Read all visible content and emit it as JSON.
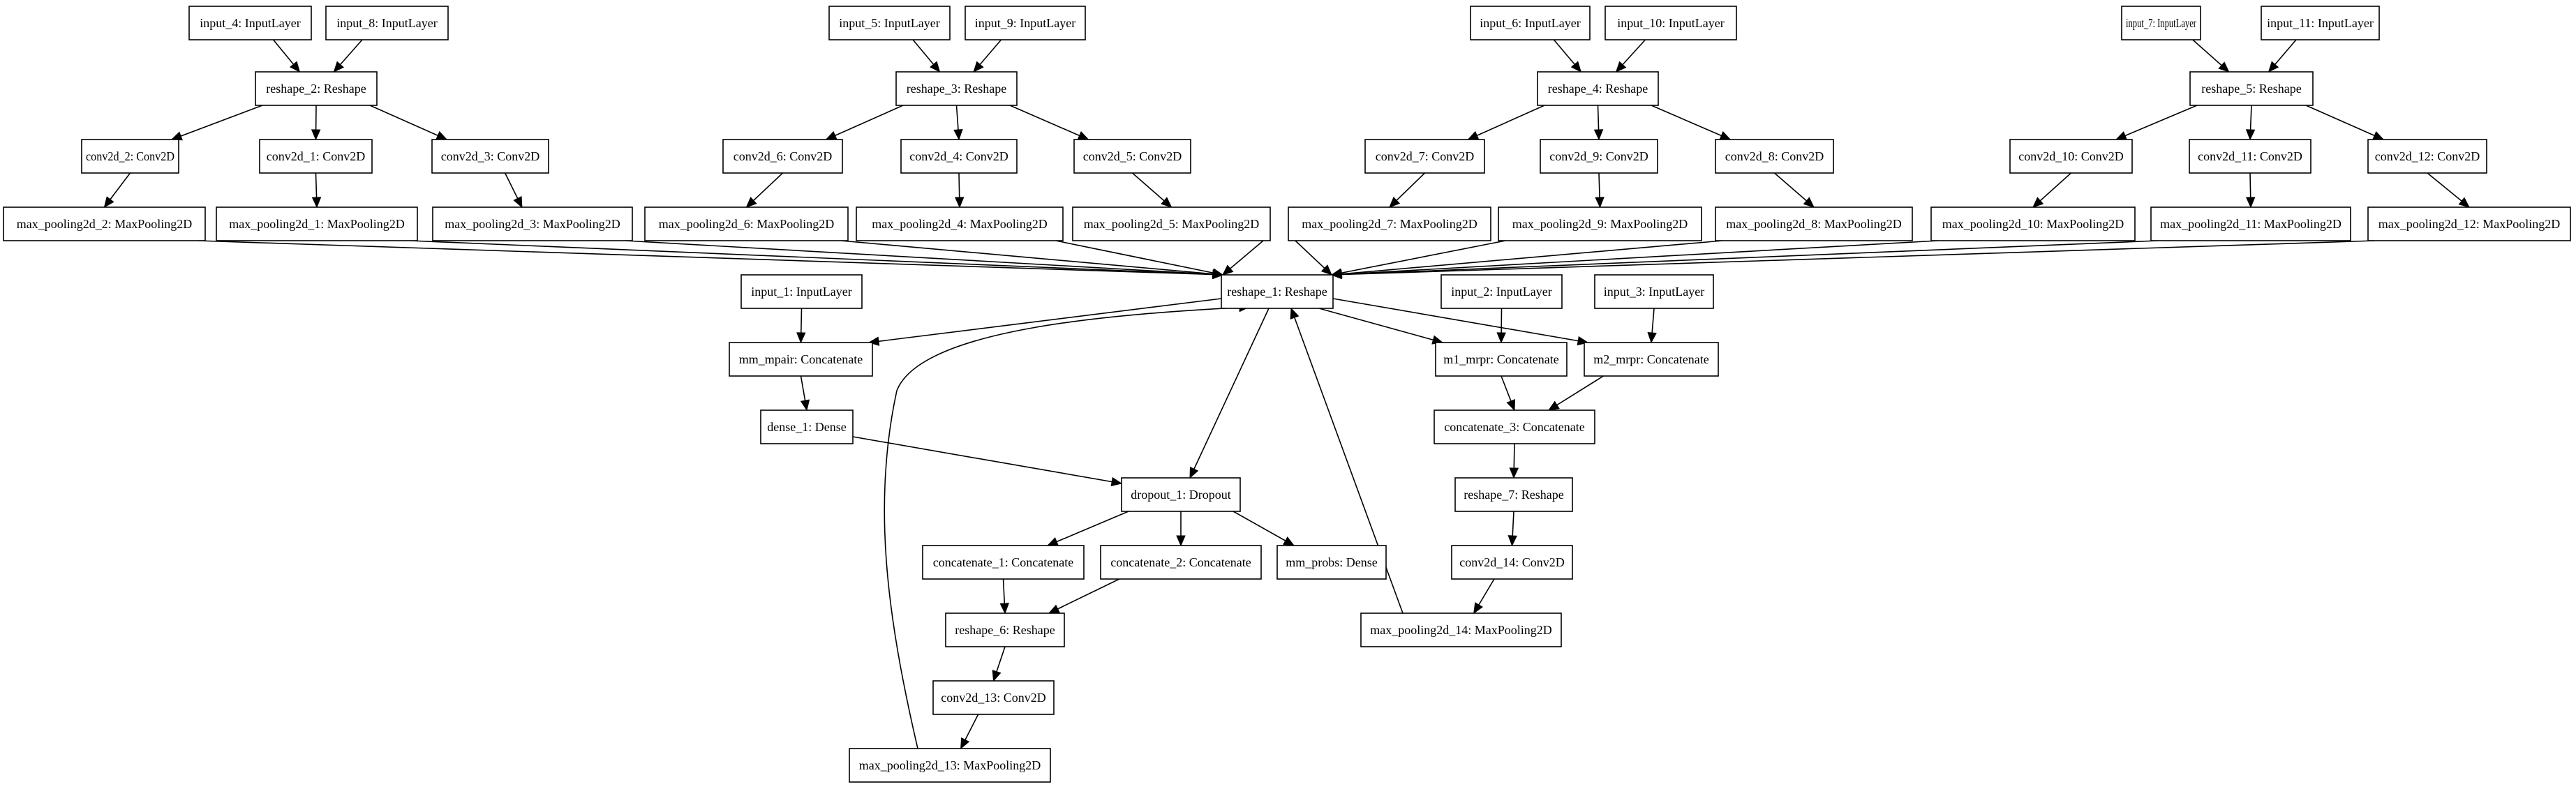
{
  "diagram": {
    "nodes": [
      {
        "id": "input_4",
        "label": "input_4: InputLayer"
      },
      {
        "id": "input_8",
        "label": "input_8: InputLayer"
      },
      {
        "id": "reshape_2",
        "label": "reshape_2: Reshape"
      },
      {
        "id": "conv2d_2",
        "label": "conv2d_2: Conv2D"
      },
      {
        "id": "conv2d_1",
        "label": "conv2d_1: Conv2D"
      },
      {
        "id": "conv2d_3",
        "label": "conv2d_3: Conv2D"
      },
      {
        "id": "max_pooling2d_2",
        "label": "max_pooling2d_2: MaxPooling2D"
      },
      {
        "id": "max_pooling2d_1",
        "label": "max_pooling2d_1: MaxPooling2D"
      },
      {
        "id": "max_pooling2d_3",
        "label": "max_pooling2d_3: MaxPooling2D"
      },
      {
        "id": "input_5",
        "label": "input_5: InputLayer"
      },
      {
        "id": "input_9",
        "label": "input_9: InputLayer"
      },
      {
        "id": "reshape_3",
        "label": "reshape_3: Reshape"
      },
      {
        "id": "conv2d_6",
        "label": "conv2d_6: Conv2D"
      },
      {
        "id": "conv2d_4",
        "label": "conv2d_4: Conv2D"
      },
      {
        "id": "conv2d_5",
        "label": "conv2d_5: Conv2D"
      },
      {
        "id": "max_pooling2d_6",
        "label": "max_pooling2d_6: MaxPooling2D"
      },
      {
        "id": "max_pooling2d_4",
        "label": "max_pooling2d_4: MaxPooling2D"
      },
      {
        "id": "max_pooling2d_5",
        "label": "max_pooling2d_5: MaxPooling2D"
      },
      {
        "id": "input_6",
        "label": "input_6: InputLayer"
      },
      {
        "id": "input_10",
        "label": "input_10: InputLayer"
      },
      {
        "id": "reshape_4",
        "label": "reshape_4: Reshape"
      },
      {
        "id": "conv2d_7",
        "label": "conv2d_7: Conv2D"
      },
      {
        "id": "conv2d_9",
        "label": "conv2d_9: Conv2D"
      },
      {
        "id": "conv2d_8",
        "label": "conv2d_8: Conv2D"
      },
      {
        "id": "max_pooling2d_7",
        "label": "max_pooling2d_7: MaxPooling2D"
      },
      {
        "id": "max_pooling2d_9",
        "label": "max_pooling2d_9: MaxPooling2D"
      },
      {
        "id": "max_pooling2d_8",
        "label": "max_pooling2d_8: MaxPooling2D"
      },
      {
        "id": "input_7",
        "label": "input_7: InputLayer"
      },
      {
        "id": "input_11",
        "label": "input_11: InputLayer"
      },
      {
        "id": "reshape_5",
        "label": "reshape_5: Reshape"
      },
      {
        "id": "conv2d_10",
        "label": "conv2d_10: Conv2D"
      },
      {
        "id": "conv2d_11",
        "label": "conv2d_11: Conv2D"
      },
      {
        "id": "conv2d_12",
        "label": "conv2d_12: Conv2D"
      },
      {
        "id": "max_pooling2d_10",
        "label": "max_pooling2d_10: MaxPooling2D"
      },
      {
        "id": "max_pooling2d_11",
        "label": "max_pooling2d_11: MaxPooling2D"
      },
      {
        "id": "max_pooling2d_12",
        "label": "max_pooling2d_12: MaxPooling2D"
      },
      {
        "id": "reshape_1",
        "label": "reshape_1: Reshape"
      },
      {
        "id": "input_1",
        "label": "input_1: InputLayer"
      },
      {
        "id": "input_2",
        "label": "input_2: InputLayer"
      },
      {
        "id": "input_3",
        "label": "input_3: InputLayer"
      },
      {
        "id": "mm_mpair",
        "label": "mm_mpair: Concatenate"
      },
      {
        "id": "m1_mrpr",
        "label": "m1_mrpr: Concatenate"
      },
      {
        "id": "m2_mrpr",
        "label": "m2_mrpr: Concatenate"
      },
      {
        "id": "dense_1",
        "label": "dense_1: Dense"
      },
      {
        "id": "concatenate_3",
        "label": "concatenate_3: Concatenate"
      },
      {
        "id": "dropout_1",
        "label": "dropout_1: Dropout"
      },
      {
        "id": "reshape_7",
        "label": "reshape_7: Reshape"
      },
      {
        "id": "concatenate_1",
        "label": "concatenate_1: Concatenate"
      },
      {
        "id": "concatenate_2",
        "label": "concatenate_2: Concatenate"
      },
      {
        "id": "mm_probs",
        "label": "mm_probs: Dense"
      },
      {
        "id": "conv2d_14",
        "label": "conv2d_14: Conv2D"
      },
      {
        "id": "reshape_6",
        "label": "reshape_6: Reshape"
      },
      {
        "id": "max_pooling2d_14",
        "label": "max_pooling2d_14: MaxPooling2D"
      },
      {
        "id": "conv2d_13",
        "label": "conv2d_13: Conv2D"
      },
      {
        "id": "max_pooling2d_13",
        "label": "max_pooling2d_13: MaxPooling2D"
      }
    ],
    "edges": [
      {
        "from": "input_4",
        "to": "reshape_2"
      },
      {
        "from": "input_8",
        "to": "reshape_2"
      },
      {
        "from": "reshape_2",
        "to": "conv2d_2"
      },
      {
        "from": "reshape_2",
        "to": "conv2d_1"
      },
      {
        "from": "reshape_2",
        "to": "conv2d_3"
      },
      {
        "from": "conv2d_2",
        "to": "max_pooling2d_2"
      },
      {
        "from": "conv2d_1",
        "to": "max_pooling2d_1"
      },
      {
        "from": "conv2d_3",
        "to": "max_pooling2d_3"
      },
      {
        "from": "input_5",
        "to": "reshape_3"
      },
      {
        "from": "input_9",
        "to": "reshape_3"
      },
      {
        "from": "reshape_3",
        "to": "conv2d_6"
      },
      {
        "from": "reshape_3",
        "to": "conv2d_4"
      },
      {
        "from": "reshape_3",
        "to": "conv2d_5"
      },
      {
        "from": "conv2d_6",
        "to": "max_pooling2d_6"
      },
      {
        "from": "conv2d_4",
        "to": "max_pooling2d_4"
      },
      {
        "from": "conv2d_5",
        "to": "max_pooling2d_5"
      },
      {
        "from": "input_6",
        "to": "reshape_4"
      },
      {
        "from": "input_10",
        "to": "reshape_4"
      },
      {
        "from": "reshape_4",
        "to": "conv2d_7"
      },
      {
        "from": "reshape_4",
        "to": "conv2d_9"
      },
      {
        "from": "reshape_4",
        "to": "conv2d_8"
      },
      {
        "from": "conv2d_7",
        "to": "max_pooling2d_7"
      },
      {
        "from": "conv2d_9",
        "to": "max_pooling2d_9"
      },
      {
        "from": "conv2d_8",
        "to": "max_pooling2d_8"
      },
      {
        "from": "input_7",
        "to": "reshape_5"
      },
      {
        "from": "input_11",
        "to": "reshape_5"
      },
      {
        "from": "reshape_5",
        "to": "conv2d_10"
      },
      {
        "from": "reshape_5",
        "to": "conv2d_11"
      },
      {
        "from": "reshape_5",
        "to": "conv2d_12"
      },
      {
        "from": "conv2d_10",
        "to": "max_pooling2d_10"
      },
      {
        "from": "conv2d_11",
        "to": "max_pooling2d_11"
      },
      {
        "from": "conv2d_12",
        "to": "max_pooling2d_12"
      },
      {
        "from": "max_pooling2d_2",
        "to": "reshape_1"
      },
      {
        "from": "max_pooling2d_1",
        "to": "reshape_1"
      },
      {
        "from": "max_pooling2d_3",
        "to": "reshape_1"
      },
      {
        "from": "max_pooling2d_6",
        "to": "reshape_1"
      },
      {
        "from": "max_pooling2d_4",
        "to": "reshape_1"
      },
      {
        "from": "max_pooling2d_5",
        "to": "reshape_1"
      },
      {
        "from": "max_pooling2d_7",
        "to": "reshape_1"
      },
      {
        "from": "max_pooling2d_9",
        "to": "reshape_1"
      },
      {
        "from": "max_pooling2d_8",
        "to": "reshape_1"
      },
      {
        "from": "max_pooling2d_10",
        "to": "reshape_1"
      },
      {
        "from": "max_pooling2d_11",
        "to": "reshape_1"
      },
      {
        "from": "max_pooling2d_12",
        "to": "reshape_1"
      },
      {
        "from": "reshape_1",
        "to": "mm_mpair"
      },
      {
        "from": "input_1",
        "to": "mm_mpair"
      },
      {
        "from": "reshape_1",
        "to": "m1_mrpr"
      },
      {
        "from": "input_2",
        "to": "m1_mrpr"
      },
      {
        "from": "reshape_1",
        "to": "m2_mrpr"
      },
      {
        "from": "input_3",
        "to": "m2_mrpr"
      },
      {
        "from": "mm_mpair",
        "to": "dense_1"
      },
      {
        "from": "m1_mrpr",
        "to": "concatenate_3"
      },
      {
        "from": "m2_mrpr",
        "to": "concatenate_3"
      },
      {
        "from": "dense_1",
        "to": "dropout_1"
      },
      {
        "from": "reshape_1",
        "to": "dropout_1"
      },
      {
        "from": "concatenate_3",
        "to": "reshape_7"
      },
      {
        "from": "dropout_1",
        "to": "concatenate_1"
      },
      {
        "from": "dropout_1",
        "to": "concatenate_2"
      },
      {
        "from": "dropout_1",
        "to": "mm_probs"
      },
      {
        "from": "reshape_7",
        "to": "conv2d_14"
      },
      {
        "from": "concatenate_1",
        "to": "reshape_6"
      },
      {
        "from": "concatenate_2",
        "to": "reshape_6"
      },
      {
        "from": "conv2d_14",
        "to": "max_pooling2d_14"
      },
      {
        "from": "reshape_6",
        "to": "conv2d_13"
      },
      {
        "from": "conv2d_13",
        "to": "max_pooling2d_13"
      },
      {
        "from": "max_pooling2d_14",
        "to": "reshape_1"
      },
      {
        "from": "max_pooling2d_13",
        "to": "reshape_1"
      }
    ]
  }
}
